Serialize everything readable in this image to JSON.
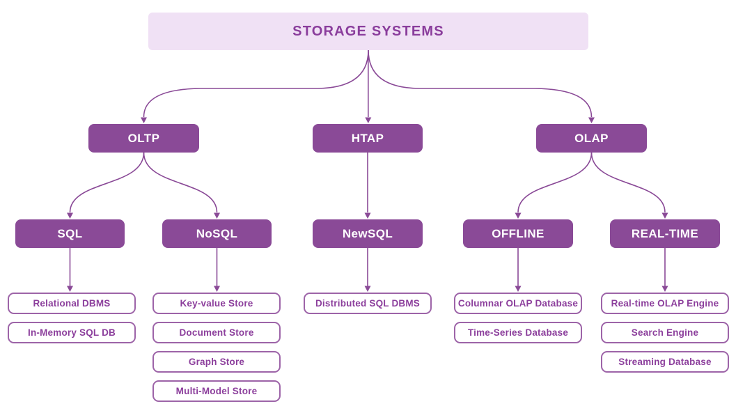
{
  "diagram": {
    "title": "STORAGE SYSTEMS",
    "type": "tree",
    "colors": {
      "background": "#ffffff",
      "title_bg": "#f0e1f5",
      "title_text": "#8a3d9c",
      "node_fill": "#8a4a97",
      "node_text": "#ffffff",
      "leaf_bg": "#ffffff",
      "leaf_border": "#9d64a8",
      "leaf_text": "#8c3f9c",
      "connector": "#8a4a97"
    },
    "level1": {
      "oltp": "OLTP",
      "htap": "HTAP",
      "olap": "OLAP"
    },
    "level2": {
      "sql": "SQL",
      "nosql": "NoSQL",
      "newsql": "NewSQL",
      "offline": "OFFLINE",
      "realtime": "REAL-TIME"
    },
    "leaves": {
      "sql": [
        "Relational DBMS",
        "In-Memory SQL DB"
      ],
      "nosql": [
        "Key-value Store",
        "Document Store",
        "Graph Store",
        "Multi-Model Store"
      ],
      "newsql": [
        "Distributed SQL DBMS"
      ],
      "offline": [
        "Columnar OLAP Database",
        "Time-Series Database"
      ],
      "realtime": [
        "Real-time OLAP Engine",
        "Search Engine",
        "Streaming Database"
      ]
    },
    "edges": [
      {
        "from": "STORAGE SYSTEMS",
        "to": "OLTP"
      },
      {
        "from": "STORAGE SYSTEMS",
        "to": "HTAP"
      },
      {
        "from": "STORAGE SYSTEMS",
        "to": "OLAP"
      },
      {
        "from": "OLTP",
        "to": "SQL"
      },
      {
        "from": "OLTP",
        "to": "NoSQL"
      },
      {
        "from": "HTAP",
        "to": "NewSQL"
      },
      {
        "from": "OLAP",
        "to": "OFFLINE"
      },
      {
        "from": "OLAP",
        "to": "REAL-TIME"
      },
      {
        "from": "SQL",
        "to": "Relational DBMS"
      },
      {
        "from": "NoSQL",
        "to": "Key-value Store"
      },
      {
        "from": "NewSQL",
        "to": "Distributed SQL DBMS"
      },
      {
        "from": "OFFLINE",
        "to": "Columnar OLAP Database"
      },
      {
        "from": "REAL-TIME",
        "to": "Real-time OLAP Engine"
      }
    ]
  }
}
